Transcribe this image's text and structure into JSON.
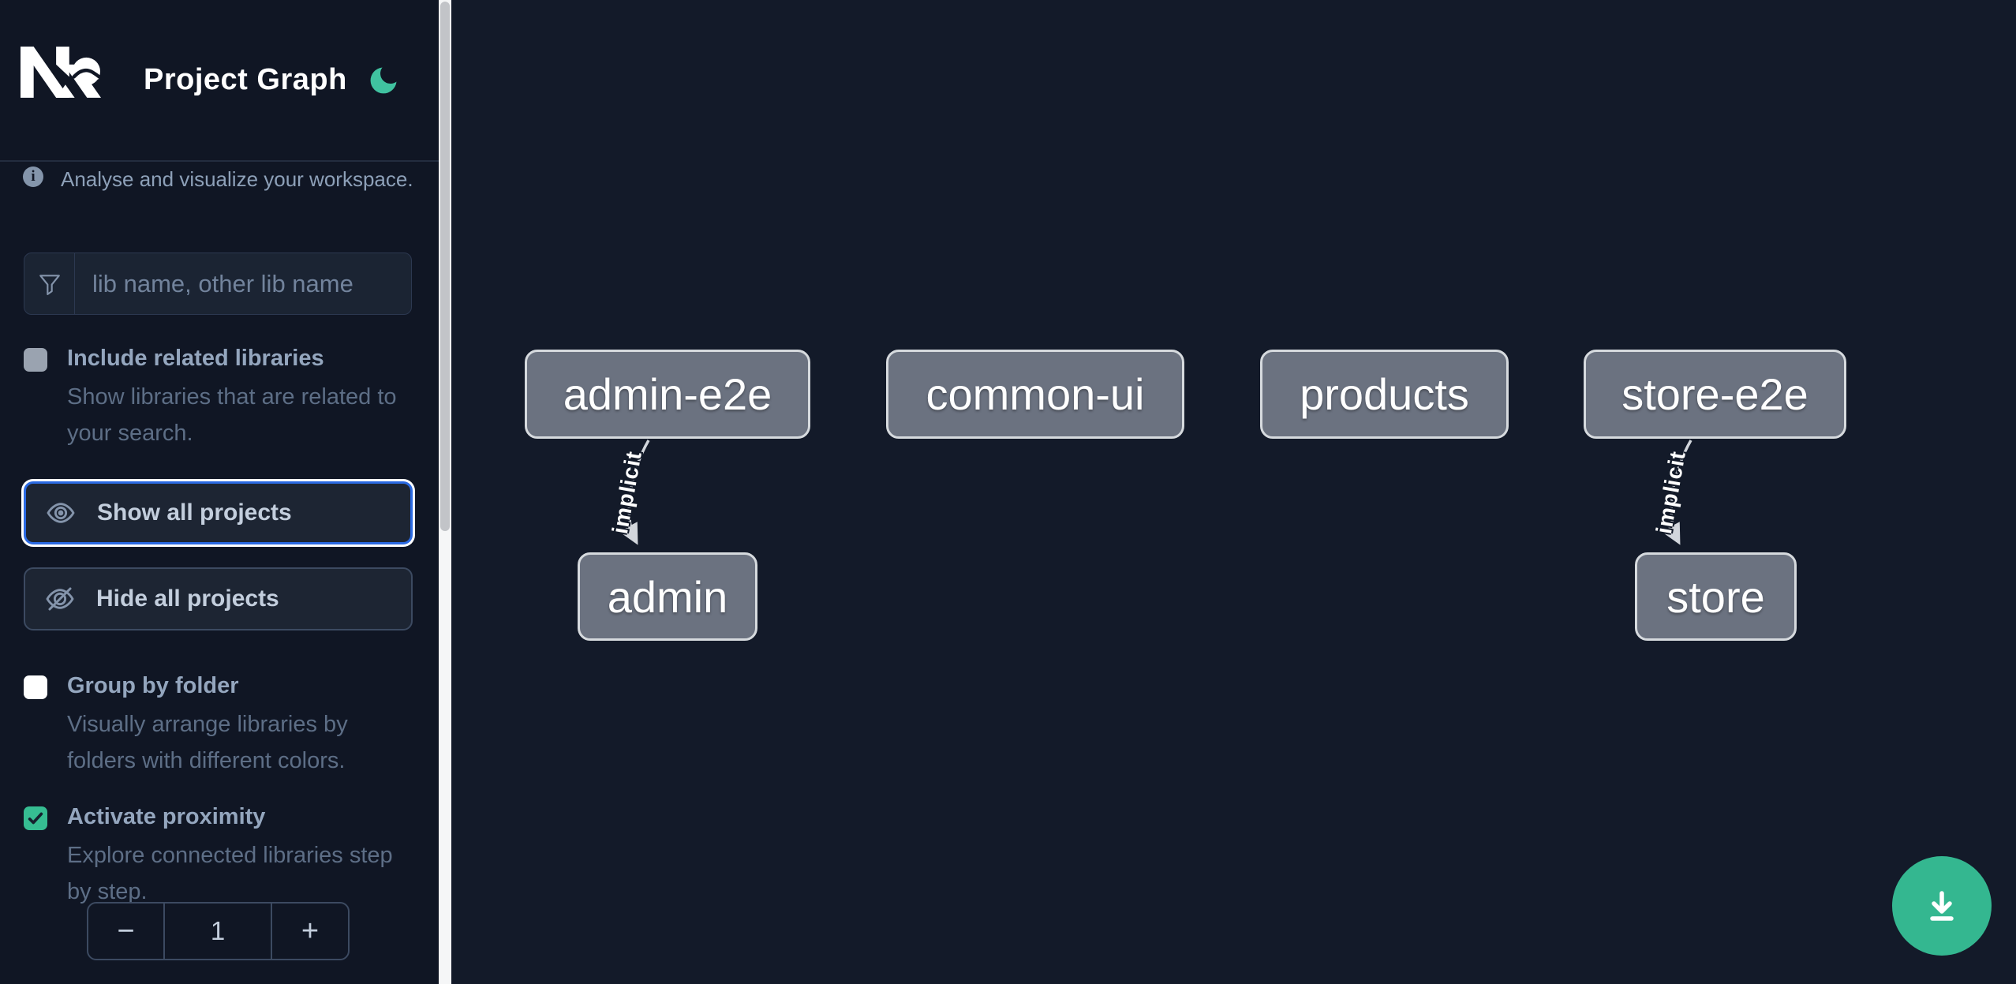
{
  "app": {
    "title": "Project Graph",
    "subtitle": "Analyse and visualize your workspace."
  },
  "search": {
    "placeholder": "lib name, other lib name"
  },
  "options": [
    {
      "label": "Include related libraries",
      "description": "Show libraries that are related to\nyour search.",
      "checked": false
    },
    {
      "label": "Group by folder",
      "description": "Visually arrange libraries by\nfolders with different colors.",
      "checked": false
    },
    {
      "label": "Activate proximity",
      "description": "Explore connected libraries step\nby step.",
      "checked": true
    }
  ],
  "actions": {
    "show_all": "Show all projects",
    "hide_all": "Hide all projects"
  },
  "proximity_stepper": {
    "decrement": "−",
    "value": "1",
    "increment": "+"
  },
  "graph": {
    "nodes": [
      {
        "label": "admin-e2e"
      },
      {
        "label": "common-ui"
      },
      {
        "label": "products"
      },
      {
        "label": "store-e2e"
      },
      {
        "label": "admin"
      },
      {
        "label": "store"
      }
    ],
    "edges": [
      {
        "source": "admin-e2e",
        "target": "admin",
        "label": "implicit"
      },
      {
        "source": "store-e2e",
        "target": "store",
        "label": "implicit"
      }
    ]
  },
  "icons": {
    "logo": "nx-logo",
    "theme": "moon-icon",
    "info": "info-icon",
    "search": "funnel-icon",
    "show": "eye-icon",
    "hide": "eye-off-icon",
    "fab": "download-icon",
    "checked": "checkmark-icon"
  },
  "colors": {
    "accent_green": "#34b790",
    "focus_blue": "#2b6ae3",
    "node_fill": "#6b7280",
    "sidebar_bg": "#101624",
    "canvas_bg": "#131a29"
  }
}
